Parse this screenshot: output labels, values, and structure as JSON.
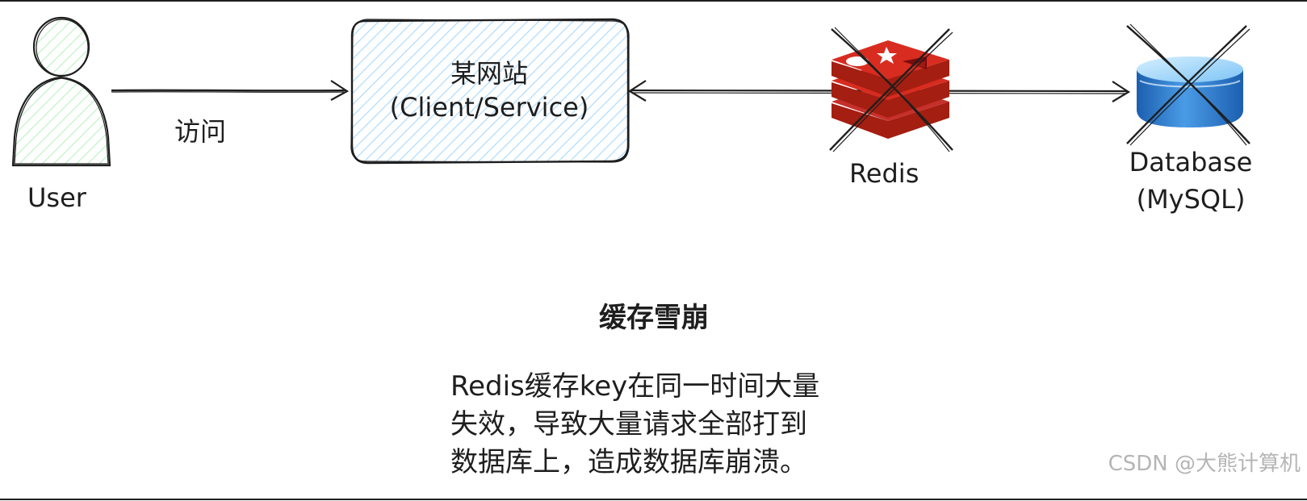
{
  "user": {
    "label": "User"
  },
  "edge": {
    "label": "访问"
  },
  "website": {
    "title": "某网站",
    "subtitle": "(Client/Service)"
  },
  "redis": {
    "label": "Redis"
  },
  "database": {
    "line1": "Database",
    "line2": "(MySQL)"
  },
  "explanation": {
    "heading": "缓存雪崩",
    "lines": [
      "Redis缓存key在同一时间大量",
      "失效，导致大量请求全部打到",
      "数据库上，造成数据库崩溃。"
    ]
  },
  "watermark": "CSDN @大熊计算机",
  "colors": {
    "ink": "#1e1e1e",
    "user_fill": "#b2f2bb",
    "site_fill": "#a5d8ff",
    "redis_red": "#c6302b",
    "redis_dark": "#a41e11",
    "db_blue": "#2b7ad6",
    "db_light": "#7cc4f5",
    "watermark": "#b5b5b5"
  },
  "icons": {
    "user": "person-icon",
    "redis": "redis-logo-icon",
    "database": "database-cylinder-icon",
    "cross": "cross-out-icon"
  }
}
